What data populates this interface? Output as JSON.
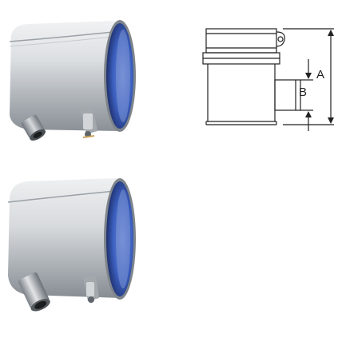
{
  "drawing": {
    "dimension_a": "A",
    "dimension_b": "B"
  },
  "colors": {
    "steel_light": "#e4e6e8",
    "steel_mid": "#b8bcc0",
    "steel_dark": "#7f858b",
    "gasket_blue": "#3b5fbf",
    "gasket_dark": "#1e2f6b",
    "line": "#222222"
  },
  "icons": {
    "product_top": "stainless-tee-coupler-short-outlet",
    "product_bottom": "stainless-tee-coupler-long-outlet"
  }
}
